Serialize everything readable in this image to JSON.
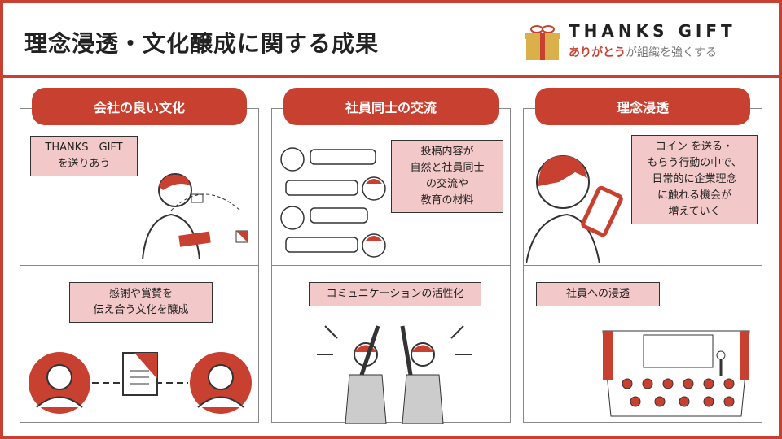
{
  "header": {
    "title": "理念浸透・文化醸成に関する成果",
    "logo": {
      "line1": "THANKS GIFT",
      "line2_accent": "ありがとう",
      "line2_rest": "が組織を強くする"
    }
  },
  "columns": [
    {
      "heading": "会社の良い文化",
      "top_text": "THANKS　GIFT\nを送りあう",
      "bottom_text": "感謝や賞賛を\n伝え合う文化を醸成"
    },
    {
      "heading": "社員同士の交流",
      "top_text": "投稿内容が\n自然と社員同士\nの交流や\n教育の材料",
      "bottom_text": "コミュニケーションの活性化"
    },
    {
      "heading": "理念浸透",
      "top_text": "コイン を送る・\nもらう行動の中で、\n日常的に企業理念\nに触れる機会が\n増えていく",
      "bottom_text": "社員への浸透"
    }
  ],
  "colors": {
    "accent": "#c8402f",
    "box": "#f3c8c8",
    "gift": "#d9b04a"
  }
}
